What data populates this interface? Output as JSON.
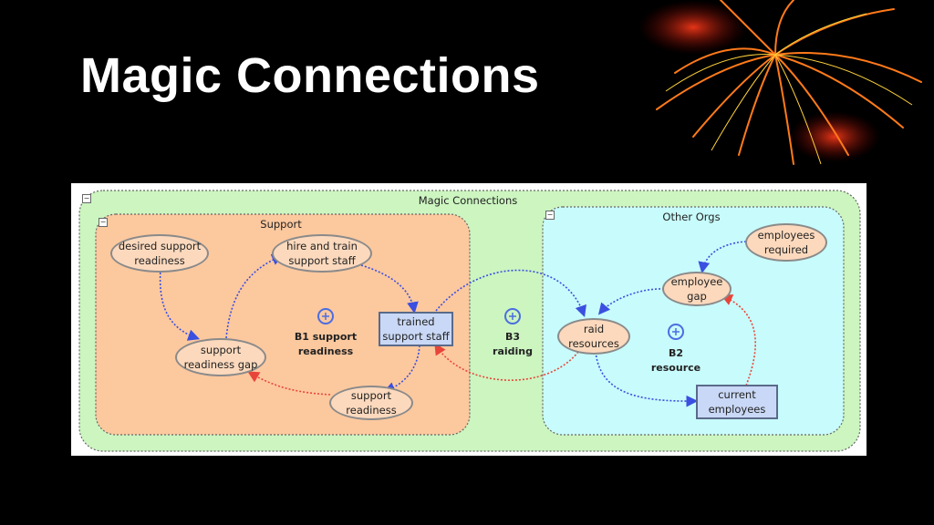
{
  "slide": {
    "title": "Magic Connections"
  },
  "diagram": {
    "outer_label": "Magic Connections",
    "support_label": "Support",
    "other_orgs_label": "Other Orgs",
    "nodes": {
      "desired_support_readiness": "desired support\nreadiness",
      "hire_and_train": "hire and train\nsupport staff",
      "support_readiness_gap": "support\nreadiness gap",
      "trained_support_staff": "trained\nsupport staff",
      "support_readiness": "support\nreadiness",
      "raid_resources": "raid\nresources",
      "employees_required": "employees\nrequired",
      "employee_gap": "employee\ngap",
      "current_employees": "current\nemployees"
    },
    "loops": {
      "b1": "B1 support\nreadiness",
      "b3": "B3\nraiding",
      "b2": "B2\nresource"
    },
    "colors": {
      "outer_fill": "#ccf5c0",
      "support_fill": "#fcc89e",
      "other_orgs_fill": "#c8fbfb",
      "blue_link": "#3b4fe0",
      "red_link": "#e8453a"
    }
  }
}
